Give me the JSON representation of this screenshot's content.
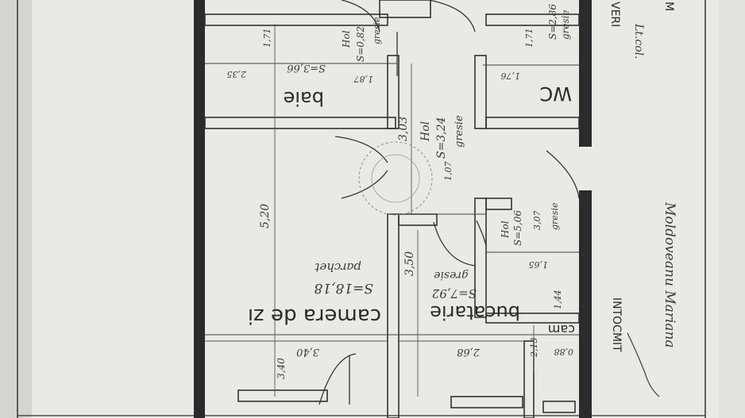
{
  "rooms": [
    {
      "name": "camera de zi",
      "area": "S=18,18",
      "finish": "parchet"
    },
    {
      "name": "bucatarie",
      "area": "S=7,92",
      "finish": "gresie"
    },
    {
      "name": "baie",
      "area": "S=3,66"
    },
    {
      "name": "WC",
      "area": "S=2,86",
      "finish": "gresie"
    },
    {
      "name": "Hol",
      "area": "S=3,24",
      "finish": "gresie"
    },
    {
      "name": "Hol",
      "area": "S=0,82",
      "finish": "gresie"
    },
    {
      "name": "Hol",
      "area": "S=5,06",
      "finish": "gresie"
    },
    {
      "name": "cam"
    }
  ],
  "dimensions": {
    "d520": "5,20",
    "d350": "3,50",
    "d303": "3,03",
    "d340": "3,40",
    "d340b": "3,40",
    "d268": "2,68",
    "d213": "2,13",
    "d088": "0,88",
    "d165": "1,65",
    "d235": "2,35",
    "d171a": "1,71",
    "d171b": "1,71",
    "d176": "1,76",
    "d107": "1,07",
    "d307": "3,07",
    "d144": "1,44",
    "d187": "1,87"
  },
  "notes": {
    "intocmit": "INTOCMIT",
    "signature": "Moldoveanu Mariana",
    "verificat": "VERI",
    "rank": "Lt.col.",
    "initial": "M"
  }
}
